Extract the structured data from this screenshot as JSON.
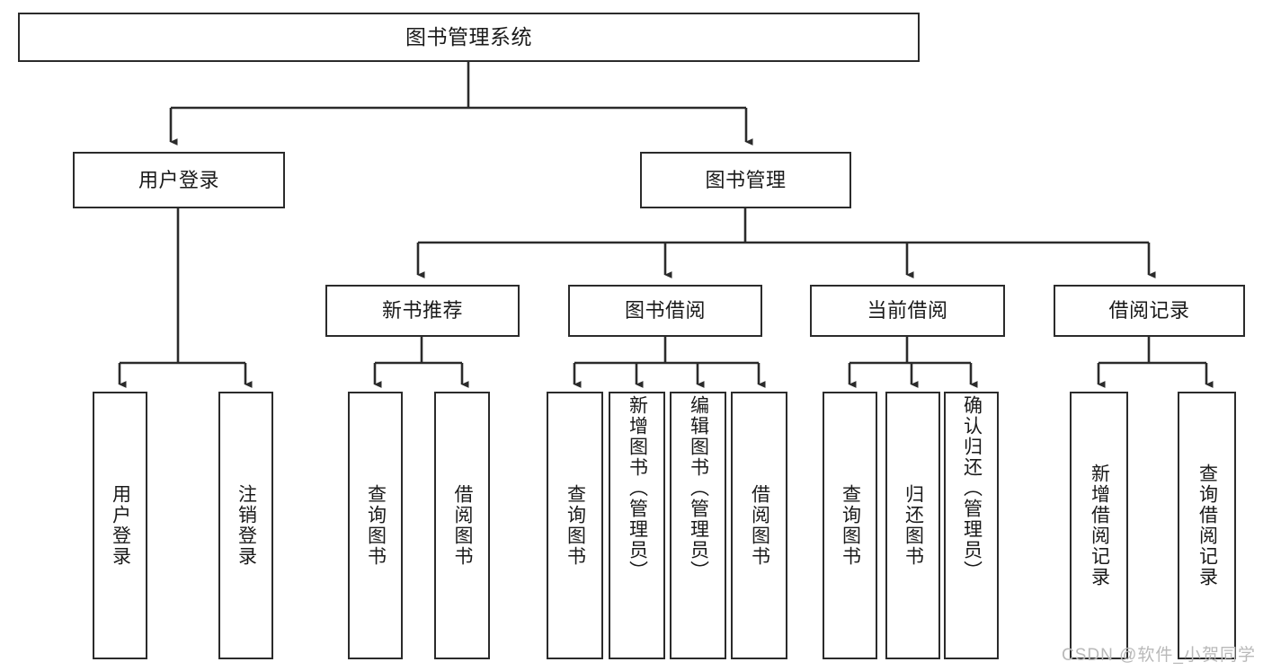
{
  "diagram": {
    "title": "图书管理系统",
    "type": "tree-hierarchy",
    "watermark": "CSDN @软件_小贺同学",
    "colors": {
      "stroke": "#2b2b2b",
      "fill": "#ffffff",
      "text": "#1a1a1a",
      "watermark": "#b9b9b9"
    },
    "nodes": {
      "root": "图书管理系统",
      "level2": {
        "user_login": "用户登录",
        "book_manage": "图书管理"
      },
      "level3": {
        "new_book_recommend": "新书推荐",
        "book_borrow": "图书借阅",
        "current_borrow": "当前借阅",
        "borrow_record": "借阅记录"
      },
      "leaves": {
        "user_login_children": [
          "用户登录",
          "注销登录"
        ],
        "new_book_recommend_children": [
          "查询图书",
          "借阅图书"
        ],
        "book_borrow_children": [
          "查询图书",
          "新增图书（管理员）",
          "编辑图书（管理员）",
          "借阅图书"
        ],
        "current_borrow_children": [
          "查询图书",
          "归还图书",
          "确认归还（管理员）"
        ],
        "borrow_record_children": [
          "新增借阅记录",
          "查询借阅记录"
        ]
      }
    }
  }
}
